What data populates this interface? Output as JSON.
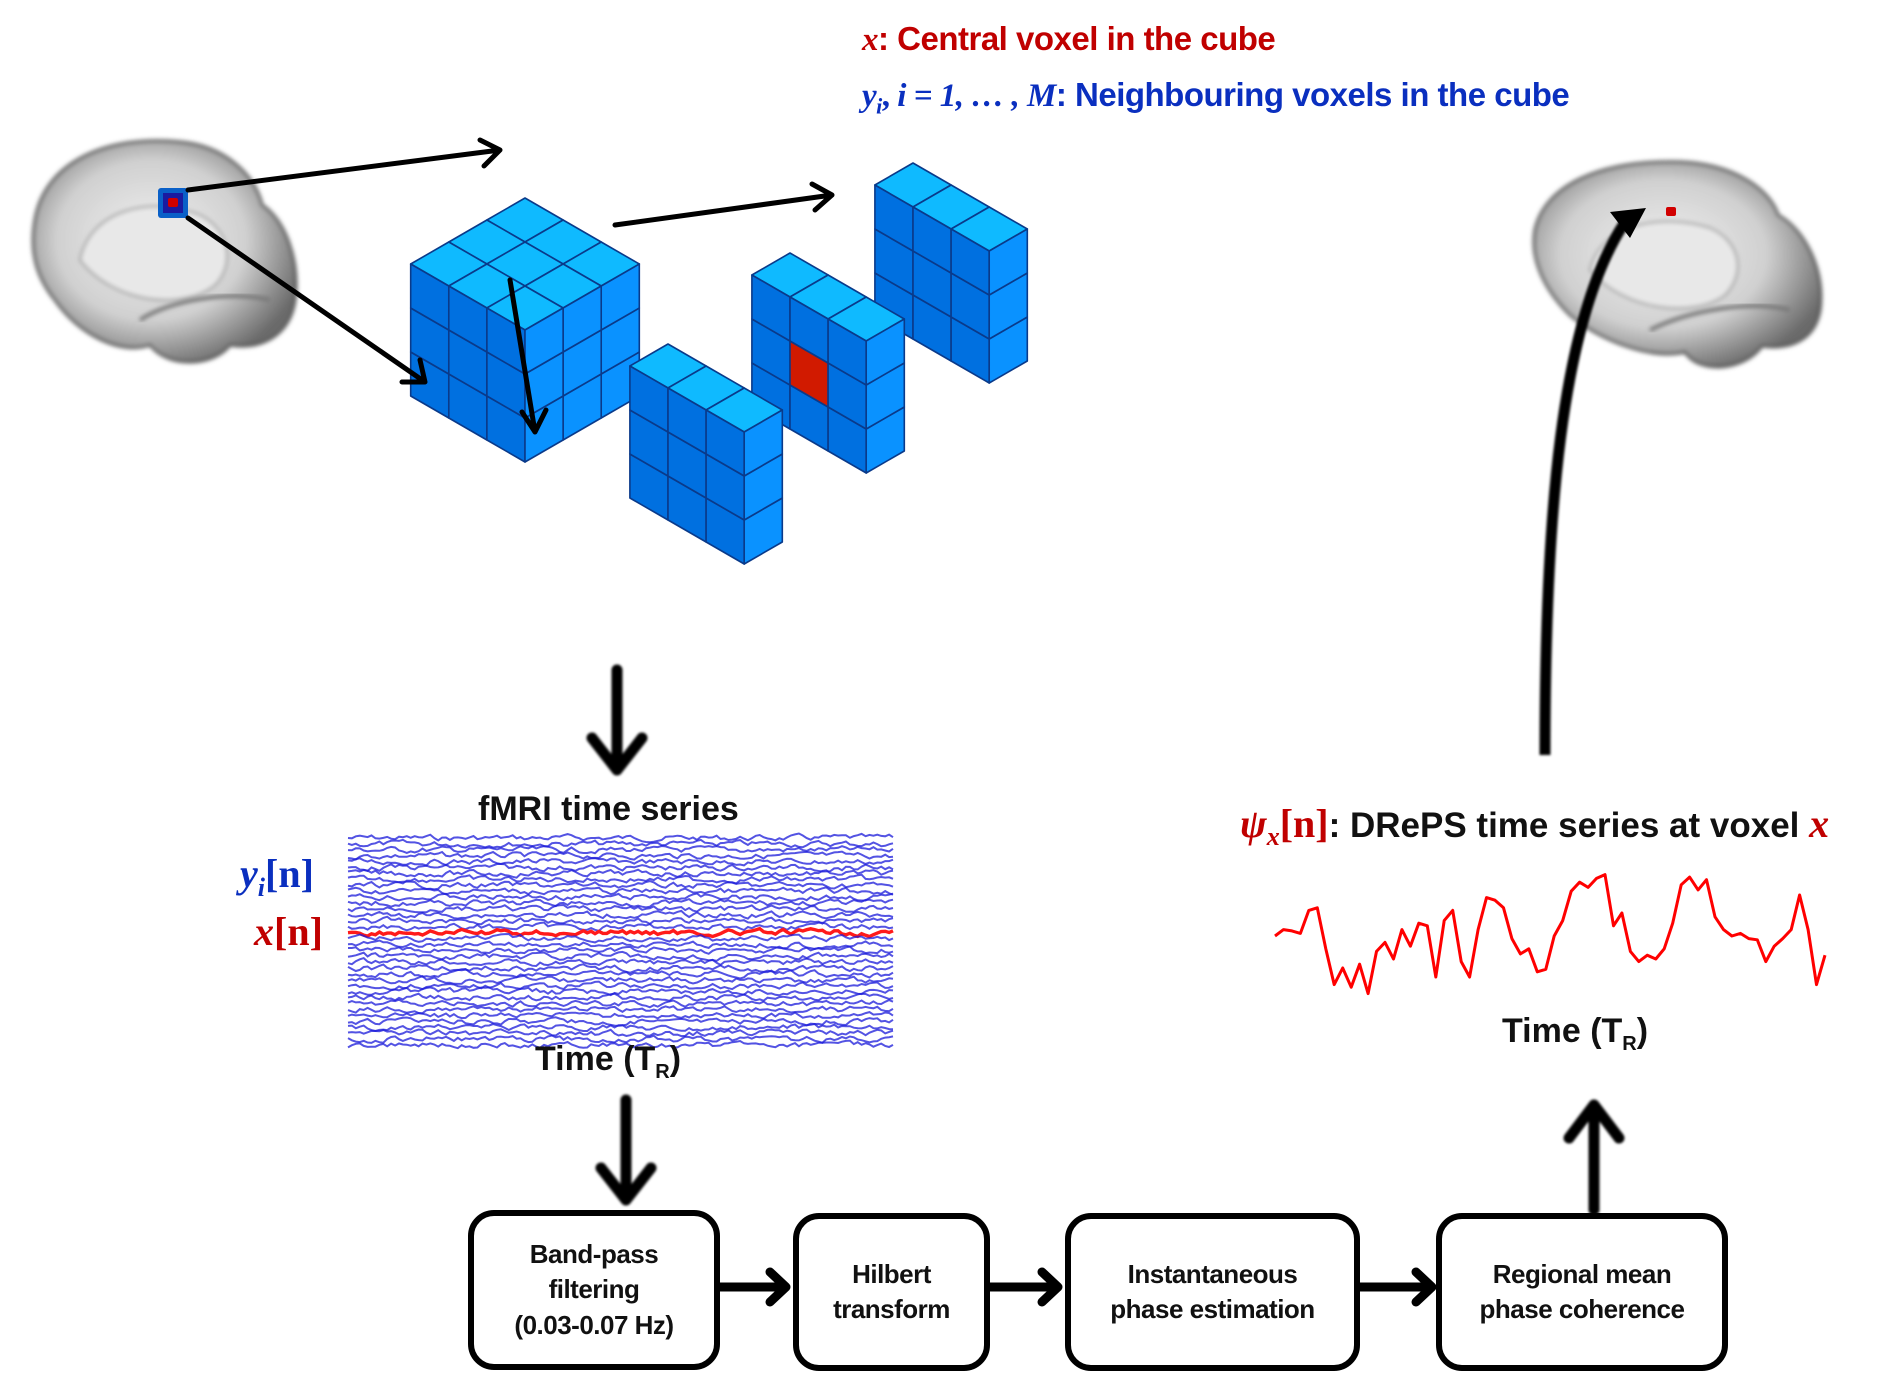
{
  "legend": {
    "central": {
      "symbol": "x",
      "text": ": Central voxel in the cube"
    },
    "neighbours": {
      "symbol": "y",
      "subscript": "i",
      "sep": ", ",
      "range": "i = 1, … , M",
      "text": ": Neighbouring voxels in the cube"
    }
  },
  "cube": {
    "grid_size": 3,
    "slices": 3,
    "central_voxel_color": "#d11a00",
    "face_top": "#0fbaff",
    "face_left": "#0070e0",
    "face_right": "#0a92ff"
  },
  "fmri": {
    "title": "fMRI time series",
    "label_y": {
      "symbol": "y",
      "subscript": "i",
      "index": "[n]"
    },
    "label_x": {
      "symbol": "x",
      "index": "[n]"
    },
    "xlabel": "Time (T",
    "xlabel_sub": "R",
    "xlabel_close": ")",
    "n_traces": 36,
    "central_trace_index": 16,
    "trace_color": "#1a1ad9",
    "central_color": "#ff1a1a"
  },
  "dreps": {
    "symbol": "ψ",
    "subscript": "x",
    "index": "[n]",
    "title_text": ": DRePS time series at voxel ",
    "title_symbol": "x",
    "xlabel": "Time (T",
    "xlabel_sub": "R",
    "xlabel_close": ")",
    "color": "#ff0000"
  },
  "chart_data": {
    "type": "line",
    "title": "ψx[n]: DRePS time series at voxel x",
    "xlabel": "Time (TR)",
    "ylabel": "",
    "grid": false,
    "series": [
      {
        "name": "ψx[n]",
        "values": [
          0.5,
          0.55,
          0.54,
          0.52,
          0.7,
          0.72,
          0.4,
          0.12,
          0.25,
          0.1,
          0.28,
          0.05,
          0.38,
          0.45,
          0.32,
          0.55,
          0.42,
          0.6,
          0.58,
          0.18,
          0.62,
          0.7,
          0.3,
          0.18,
          0.55,
          0.8,
          0.78,
          0.72,
          0.48,
          0.36,
          0.4,
          0.22,
          0.24,
          0.5,
          0.62,
          0.85,
          0.92,
          0.88,
          0.95,
          0.98,
          0.58,
          0.68,
          0.38,
          0.3,
          0.35,
          0.32,
          0.4,
          0.6,
          0.9,
          0.96,
          0.86,
          0.94,
          0.65,
          0.55,
          0.5,
          0.52,
          0.48,
          0.47,
          0.3,
          0.42,
          0.48,
          0.55,
          0.82,
          0.55,
          0.12,
          0.35
        ]
      }
    ]
  },
  "pipeline": {
    "steps": [
      {
        "lines": [
          "Band-pass",
          "filtering",
          "(0.03-0.07 Hz)"
        ]
      },
      {
        "lines": [
          "Hilbert",
          "transform"
        ]
      },
      {
        "lines": [
          "Instantaneous",
          "phase estimation"
        ]
      },
      {
        "lines": [
          "Regional mean",
          "phase coherence"
        ]
      }
    ]
  }
}
